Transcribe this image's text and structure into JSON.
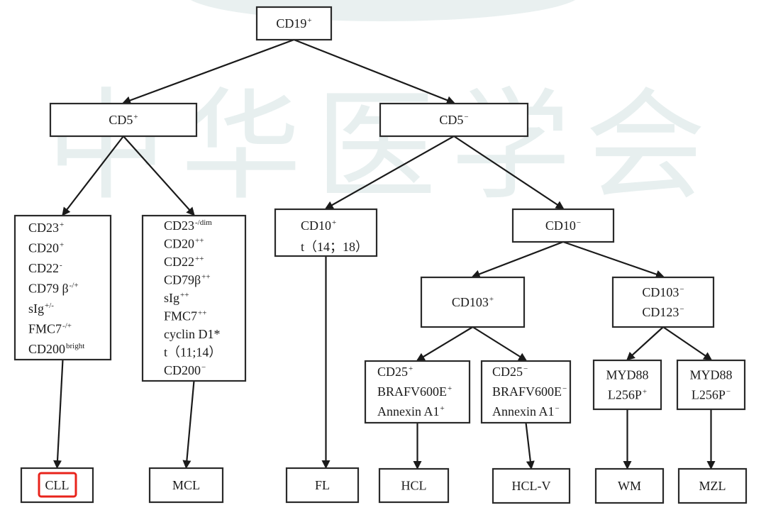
{
  "diagram": {
    "title": "",
    "watermark": "中华医学会",
    "highlight_color": "#e8231b",
    "highlighted_node": "cll",
    "nodes": [
      {
        "id": "cd19",
        "lines": [
          {
            "t": "CD19",
            "s": "+"
          }
        ]
      },
      {
        "id": "cd5pos",
        "lines": [
          {
            "t": "CD5",
            "s": "+"
          }
        ]
      },
      {
        "id": "cd5neg",
        "lines": [
          {
            "t": "CD5",
            "s": "−"
          }
        ]
      },
      {
        "id": "cll_markers",
        "align": "left",
        "lines": [
          {
            "t": "CD23",
            "s": "+"
          },
          {
            "t": "CD20",
            "s": "+"
          },
          {
            "t": "CD22",
            "s": "-"
          },
          {
            "t": "CD79 β",
            "s": "-/+"
          },
          {
            "t": "sIg",
            "s": "+/-"
          },
          {
            "t": "FMC7",
            "s": "-/+"
          },
          {
            "t": "CD200",
            "s": "bright"
          }
        ]
      },
      {
        "id": "mcl_markers",
        "align": "left",
        "lines": [
          {
            "t": "CD23",
            "s": "-/dim"
          },
          {
            "t": "CD20",
            "s": "++"
          },
          {
            "t": "CD22",
            "s": "++"
          },
          {
            "t": "CD79β",
            "s": "++"
          },
          {
            "t": "sIg",
            "s": "++"
          },
          {
            "t": "FMC7",
            "s": "++"
          },
          {
            "t": "cyclin D1*",
            "s": ""
          },
          {
            "t": "t（11;14）",
            "s": ""
          },
          {
            "t": "CD200",
            "s": "−"
          }
        ]
      },
      {
        "id": "cd10pos",
        "align": "left",
        "lines": [
          {
            "t": "CD10",
            "s": "+"
          },
          {
            "t": "t（14；18）",
            "s": ""
          }
        ]
      },
      {
        "id": "cd10neg",
        "lines": [
          {
            "t": "CD10",
            "s": "−"
          }
        ]
      },
      {
        "id": "cd103pos",
        "lines": [
          {
            "t": "CD103",
            "s": "+"
          }
        ]
      },
      {
        "id": "cd103neg",
        "lines": [
          {
            "t": "CD103",
            "s": "−"
          },
          {
            "t": "CD123",
            "s": "−"
          }
        ]
      },
      {
        "id": "hcl_markers",
        "align": "left",
        "lines": [
          {
            "t": "CD25",
            "s": "+"
          },
          {
            "t": "BRAFV600E",
            "s": "+"
          },
          {
            "t": "Annexin A1",
            "s": "+"
          }
        ]
      },
      {
        "id": "hclv_markers",
        "align": "left",
        "lines": [
          {
            "t": "CD25",
            "s": "−"
          },
          {
            "t": "BRAFV600E",
            "s": "−"
          },
          {
            "t": "Annexin A1",
            "s": "−"
          }
        ]
      },
      {
        "id": "wm_markers",
        "lines": [
          {
            "t": "MYD88",
            "s": ""
          },
          {
            "t": "L256P",
            "s": "+"
          }
        ]
      },
      {
        "id": "mzl_markers",
        "lines": [
          {
            "t": "MYD88",
            "s": ""
          },
          {
            "t": "L256P",
            "s": "−"
          }
        ]
      },
      {
        "id": "cll",
        "lines": [
          {
            "t": "CLL",
            "s": ""
          }
        ]
      },
      {
        "id": "mcl",
        "lines": [
          {
            "t": "MCL",
            "s": ""
          }
        ]
      },
      {
        "id": "fl",
        "lines": [
          {
            "t": "FL",
            "s": ""
          }
        ]
      },
      {
        "id": "hcl",
        "lines": [
          {
            "t": "HCL",
            "s": ""
          }
        ]
      },
      {
        "id": "hclv",
        "lines": [
          {
            "t": "HCL-V",
            "s": ""
          }
        ]
      },
      {
        "id": "wm",
        "lines": [
          {
            "t": "WM",
            "s": ""
          }
        ]
      },
      {
        "id": "mzl",
        "lines": [
          {
            "t": "MZL",
            "s": ""
          }
        ]
      }
    ],
    "edges": [
      [
        "cd19",
        "cd5pos"
      ],
      [
        "cd19",
        "cd5neg"
      ],
      [
        "cd5pos",
        "cll_markers"
      ],
      [
        "cd5pos",
        "mcl_markers"
      ],
      [
        "cd5neg",
        "cd10pos"
      ],
      [
        "cd5neg",
        "cd10neg"
      ],
      [
        "cd10neg",
        "cd103pos"
      ],
      [
        "cd10neg",
        "cd103neg"
      ],
      [
        "cd103pos",
        "hcl_markers"
      ],
      [
        "cd103pos",
        "hclv_markers"
      ],
      [
        "cd103neg",
        "wm_markers"
      ],
      [
        "cd103neg",
        "mzl_markers"
      ],
      [
        "cll_markers",
        "cll"
      ],
      [
        "mcl_markers",
        "mcl"
      ],
      [
        "cd10pos",
        "fl"
      ],
      [
        "hcl_markers",
        "hcl"
      ],
      [
        "hclv_markers",
        "hclv"
      ],
      [
        "wm_markers",
        "wm"
      ],
      [
        "mzl_markers",
        "mzl"
      ]
    ]
  }
}
